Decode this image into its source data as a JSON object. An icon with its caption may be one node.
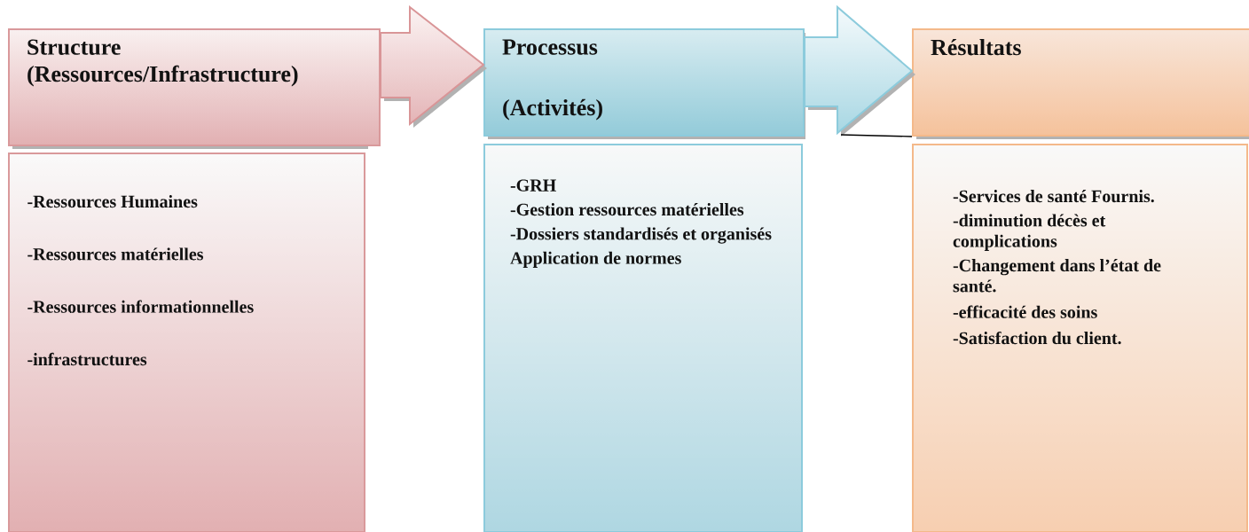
{
  "diagram": {
    "nodes": [
      {
        "text": [
          "Structure (Ressources/Infrastructure)"
        ]
      },
      {
        "text": [
          "-Ressources Humaines",
          "-Ressources matérielles",
          "-Ressources informationnelles",
          "-infrastructures"
        ]
      },
      {
        "text": [
          "Processus",
          "(Activités)"
        ]
      },
      {
        "text": [
          "-GRH",
          "-Gestion ressources matérielles",
          "-Dossiers standardisés et organisés",
          "Application de normes"
        ]
      },
      {
        "text": [
          "Résultats"
        ]
      },
      {
        "text": [
          "-Services de santé Fournis.",
          "-diminution décès et complications",
          "-Changement dans l’état de santé.",
          "-efficacité des soins",
          "-Satisfaction du client."
        ]
      }
    ],
    "edges": [
      {
        "from": 0,
        "to": 2,
        "arrow": "to"
      },
      {
        "from": 2,
        "to": 4,
        "arrow": "to"
      }
    ]
  }
}
